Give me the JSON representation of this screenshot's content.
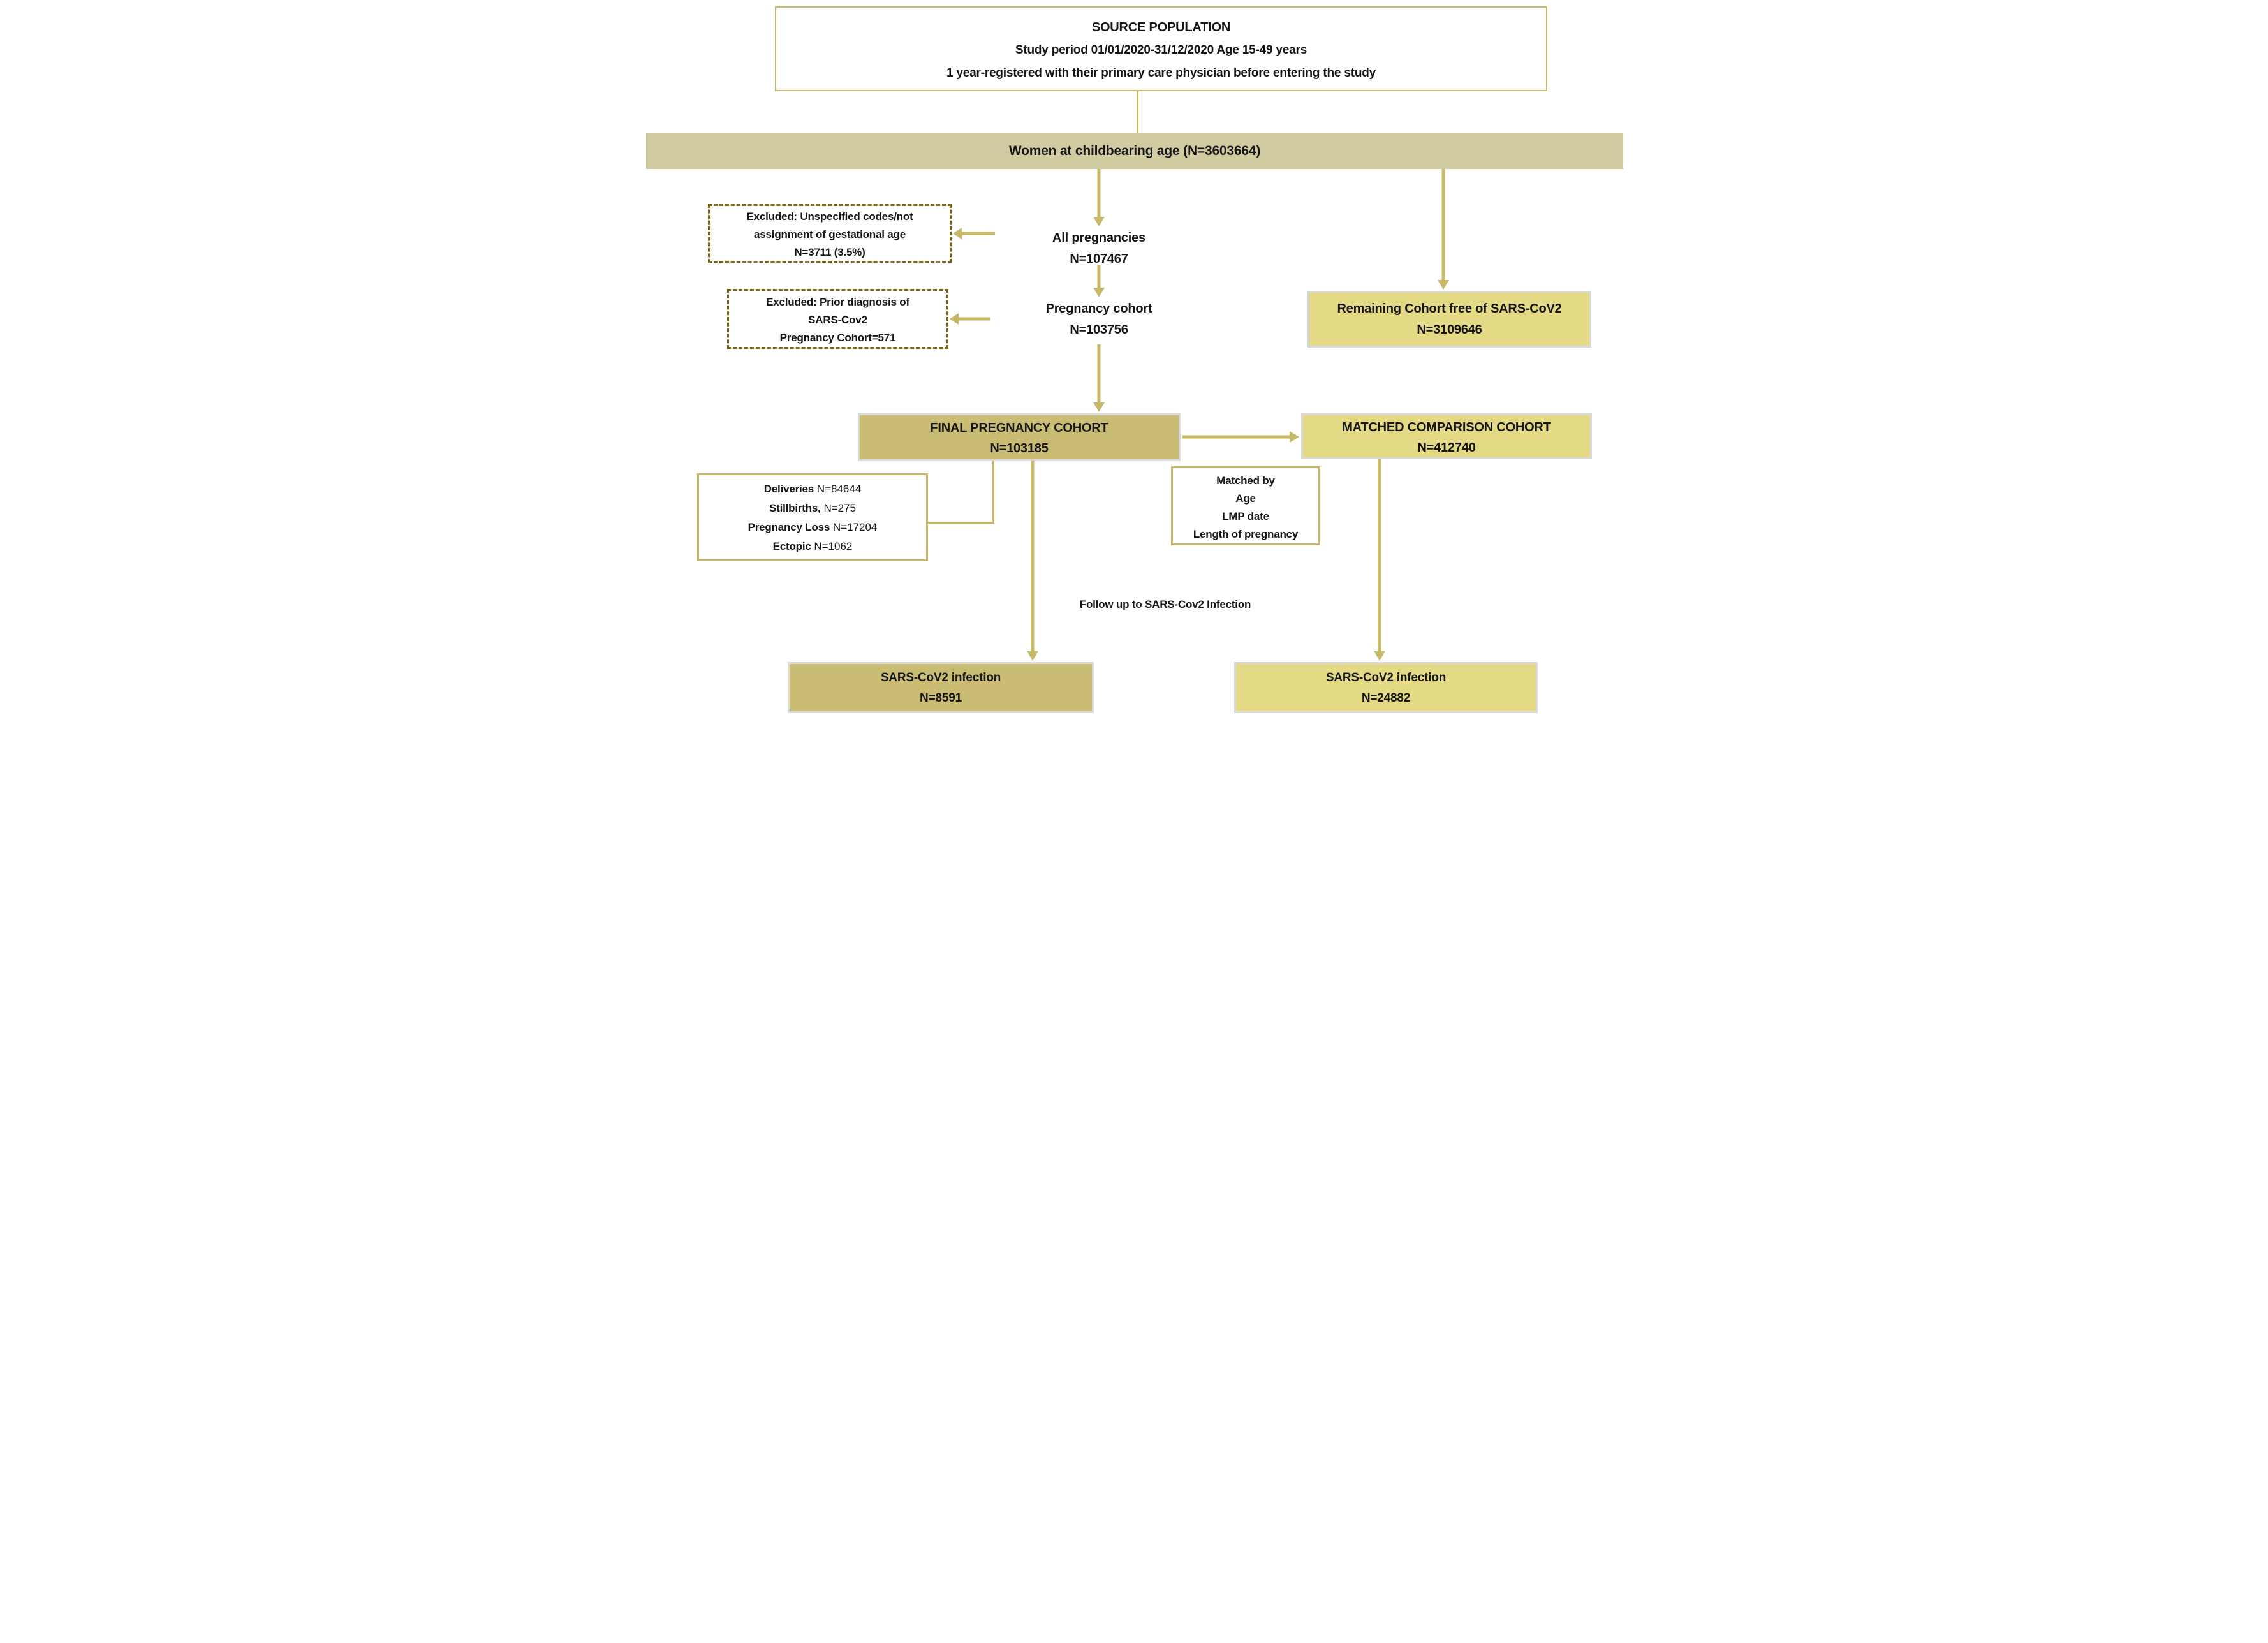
{
  "diagram": {
    "source_population": {
      "title": "SOURCE POPULATION",
      "line2": "Study period 01/01/2020-31/12/2020 Age 15-49 years",
      "line3": "1 year-registered with their primary care physician before entering the study"
    },
    "banner": {
      "label": "Women at childbearing age (N=3603664)"
    },
    "excluded_unspecified": {
      "lines": [
        "Excluded: Unspecified codes/not",
        "assignment of gestational age",
        "N=3711 (3.5%)"
      ]
    },
    "all_pregnancies": {
      "label": "All pregnancies",
      "n": "N=107467"
    },
    "excluded_prior": {
      "lines": [
        "Excluded: Prior diagnosis of",
        "SARS-Cov2",
        "Pregnancy Cohort=571"
      ]
    },
    "pregnancy_cohort": {
      "label": "Pregnancy cohort",
      "n": "N=103756"
    },
    "remaining_cohort": {
      "label": "Remaining Cohort free of SARS-CoV2",
      "n": "N=3109646"
    },
    "final_pregnancy_cohort": {
      "label": "FINAL PREGNANCY COHORT",
      "n": "N=103185"
    },
    "matched_comparison_cohort": {
      "label": "MATCHED COMPARISON COHORT",
      "n": "N=412740"
    },
    "pregnancy_outcomes": {
      "items": [
        {
          "label": "Deliveries",
          "value": "N=84644"
        },
        {
          "label": "Stillbirths,",
          "value": "N=275"
        },
        {
          "label": "Pregnancy Loss",
          "value": "N=17204"
        },
        {
          "label": "Ectopic",
          "value": "N=1062"
        }
      ]
    },
    "matched_by": {
      "title": "Matched by",
      "items": [
        "Age",
        "LMP date",
        "Length of pregnancy"
      ]
    },
    "follow_up_label": "Follow up to SARS-Cov2 Infection",
    "sars_infection_pregnancy": {
      "label": "SARS-CoV2 infection",
      "n": "N=8591"
    },
    "sars_infection_comparison": {
      "label": "SARS-CoV2 infection",
      "n": "N=24882"
    },
    "colors": {
      "banner_bg": "#d1cba1",
      "dark_box_bg": "#cabd73",
      "light_box_bg": "#e4da85",
      "arrow": "#c8b967",
      "dashed_border": "#7a6210",
      "khaki_border": "#c6b76a",
      "gray_border": "#d9d9d9"
    }
  }
}
